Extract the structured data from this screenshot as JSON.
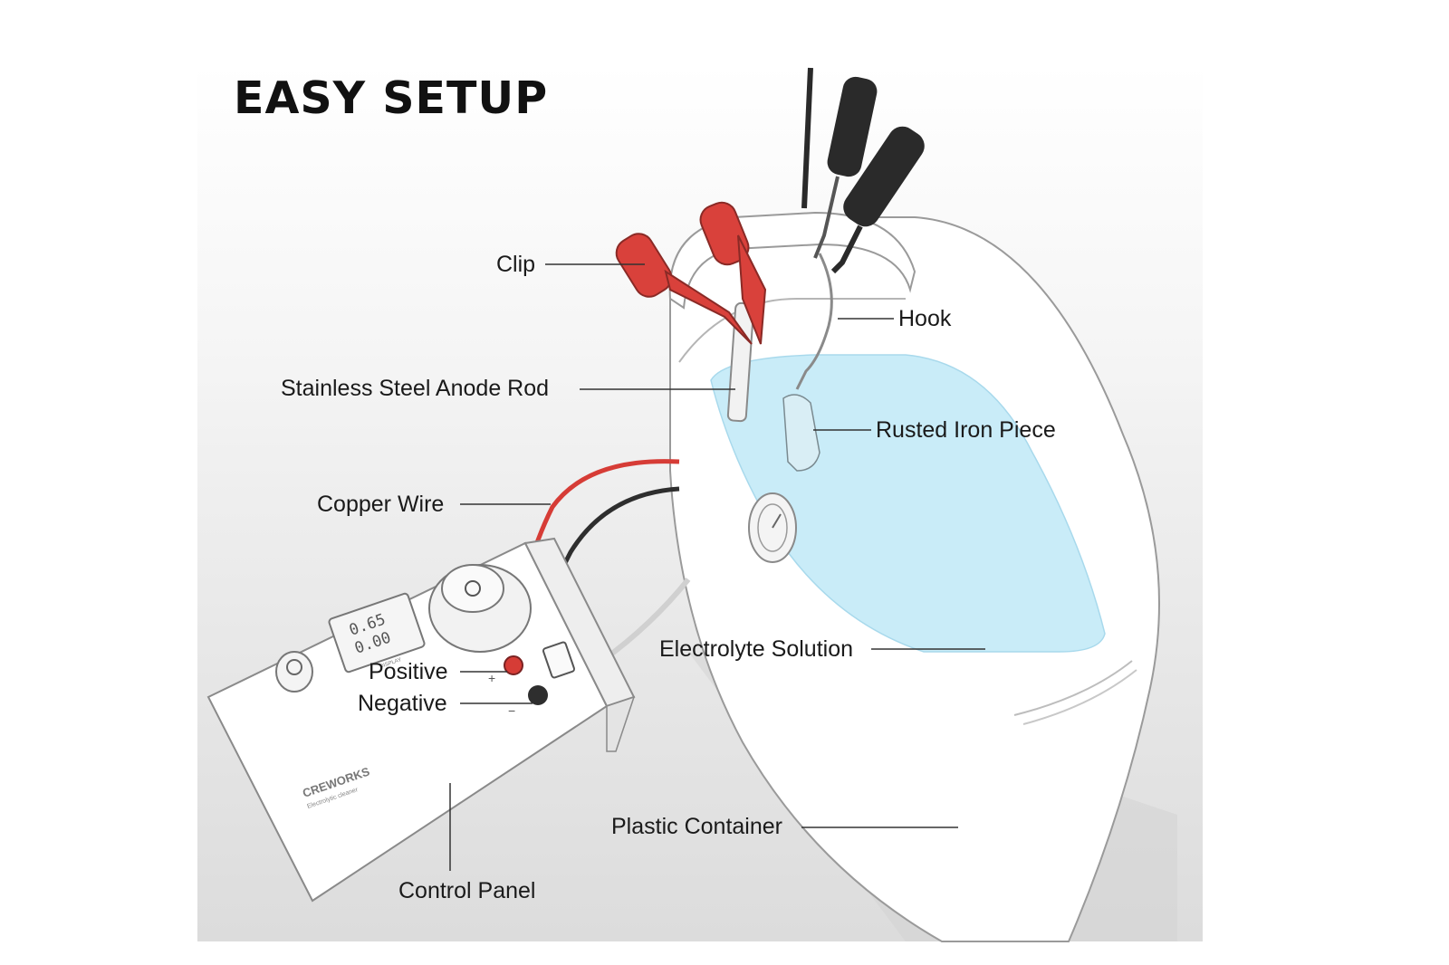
{
  "title": "EASY SETUP",
  "labels": {
    "clip": "Clip",
    "hook": "Hook",
    "anode_rod": "Stainless Steel Anode Rod",
    "rusted_iron": "Rusted Iron Piece",
    "copper_wire": "Copper Wire",
    "electrolyte": "Electrolyte Solution",
    "positive": "Positive",
    "negative": "Negative",
    "plastic_container": "Plastic Container",
    "control_panel": "Control Panel"
  },
  "device": {
    "brand": "CREWORKS",
    "subtitle": "Electrolytic cleaner",
    "display_top": "0.65",
    "display_bottom": "0.00",
    "display_caption": "DISPLAY",
    "plus_mark": "+",
    "minus_mark": "−"
  },
  "colors": {
    "electrolyte": "#c9ecf8",
    "clip_red": "#d9413b",
    "clip_black": "#2a2a2a",
    "wire_red": "#d63c36",
    "wire_black": "#2e2e2e"
  }
}
